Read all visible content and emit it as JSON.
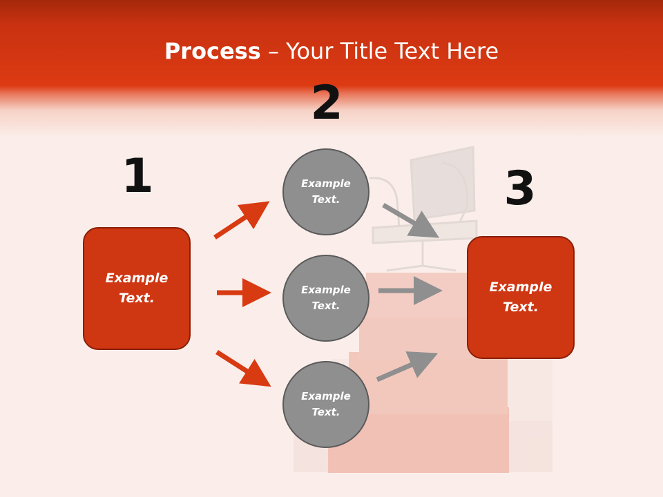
{
  "title": {
    "bold": "Process",
    "rest": " – Your Title Text Here"
  },
  "steps": [
    {
      "number": "1",
      "label_line1": "Example",
      "label_line2": "Text."
    },
    {
      "number": "2"
    },
    {
      "number": "3",
      "label_line1": "Example",
      "label_line2": "Text."
    }
  ],
  "circles": [
    {
      "line1": "Example",
      "line2": "Text."
    },
    {
      "line1": "Example",
      "line2": "Text."
    },
    {
      "line1": "Example",
      "line2": "Text."
    }
  ],
  "colors": {
    "accent": "#cf3612",
    "circle": "#8f8f8f",
    "banner": "#d83a12"
  }
}
